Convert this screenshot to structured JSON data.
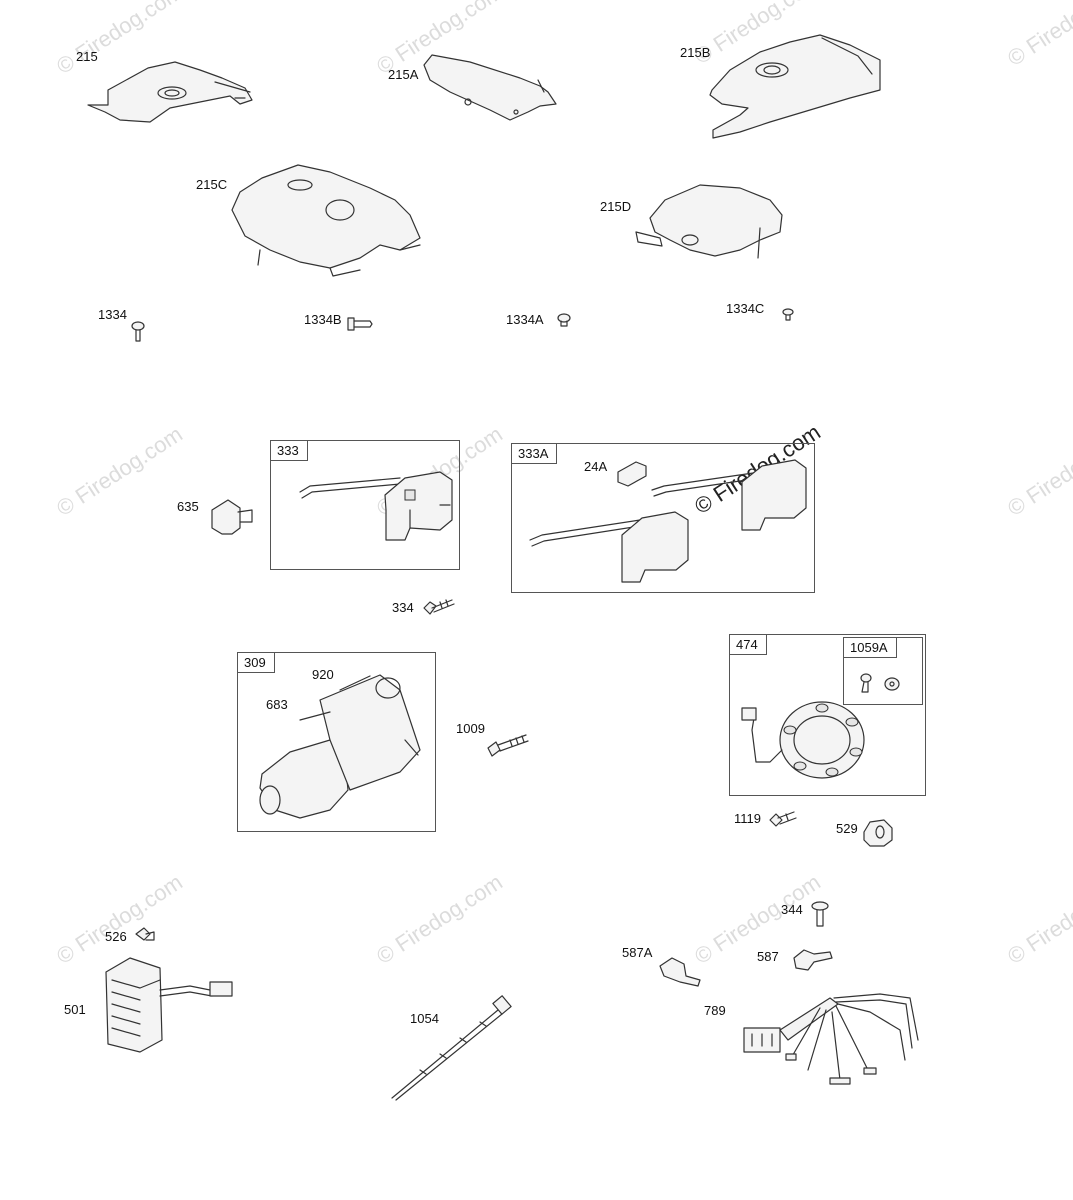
{
  "watermark": {
    "text": "© Firedog.com",
    "main": "© Firedog.com"
  },
  "parts": {
    "p215": "215",
    "p215A": "215A",
    "p215B": "215B",
    "p215C": "215C",
    "p215D": "215D",
    "p1334": "1334",
    "p1334B": "1334B",
    "p1334A": "1334A",
    "p1334C": "1334C",
    "p635": "635",
    "p334": "334",
    "p24A": "24A",
    "p920": "920",
    "p683": "683",
    "p1009": "1009",
    "p1119": "1119",
    "p529": "529",
    "p526": "526",
    "p501": "501",
    "p1054": "1054",
    "p344": "344",
    "p587A": "587A",
    "p587": "587",
    "p789": "789"
  },
  "groups": {
    "g333": "333",
    "g333A": "333A",
    "g309": "309",
    "g474": "474",
    "g1059A": "1059A"
  }
}
